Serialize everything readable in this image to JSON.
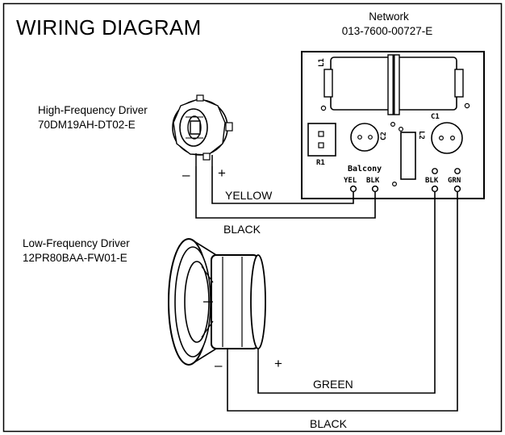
{
  "title": "WIRING DIAGRAM",
  "network": {
    "name": "Network",
    "part_number": "013-7600-00727-E",
    "silkscreen": {
      "l1": "L1",
      "l2": "L2",
      "c1": "C1",
      "c2": "C2",
      "r1": "R1",
      "balcony": "Balcony",
      "yel": "YEL",
      "blk_left": "BLK",
      "blk_right": "BLK",
      "grn": "GRN"
    }
  },
  "hf_driver": {
    "name": "High-Frequency Driver",
    "part_number": "70DM19AH-DT02-E",
    "minus": "–",
    "plus": "+"
  },
  "lf_driver": {
    "name": "Low-Frequency Driver",
    "part_number": "12PR80BAA-FW01-E",
    "minus": "–",
    "plus": "+"
  },
  "wires": {
    "yellow": "YELLOW",
    "black_hf": "BLACK",
    "green": "GREEN",
    "black_lf": "BLACK"
  }
}
